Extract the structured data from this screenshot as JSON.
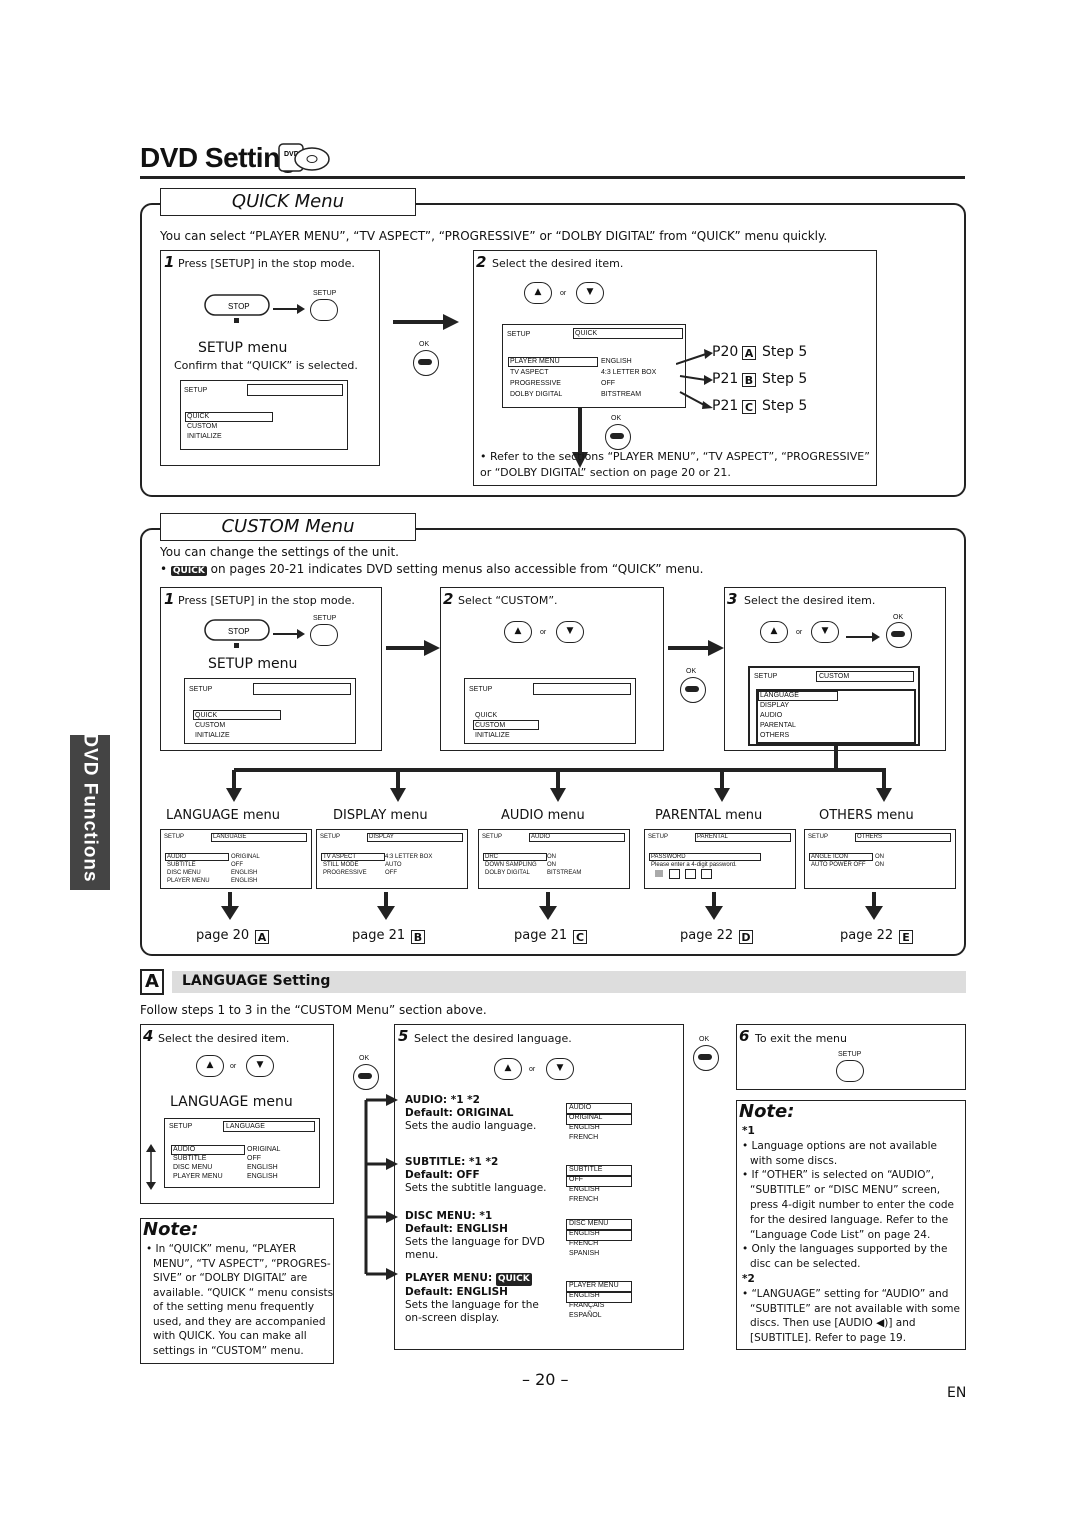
{
  "page_title": "DVD Setting",
  "quick": {
    "heading": "QUICK Menu",
    "intro": "You can select “PLAYER MENU”, “TV ASPECT”, “PROGRESSIVE” or “DOLBY DIGITAL” from “QUICK” menu quickly.",
    "step1": "Press [SETUP] in the stop mode.",
    "step2": "Select the desired item.",
    "setup_menu": "SETUP menu",
    "confirm": "Confirm that “QUICK” is selected.",
    "screen_setup": "SETUP",
    "menu_items": [
      "QUICK",
      "CUSTOM",
      "INITIALIZE"
    ],
    "quick_rows": [
      [
        "PLAYER MENU",
        "ENGLISH"
      ],
      [
        "TV ASPECT",
        "4:3 LETTER BOX"
      ],
      [
        "PROGRESSIVE",
        "OFF"
      ],
      [
        "DOLBY DIGITAL",
        "BITSTREAM"
      ]
    ],
    "quick_tab": "QUICK",
    "refs": [
      [
        "P20",
        "A",
        "Step 5"
      ],
      [
        "P21",
        "B",
        "Step 5"
      ],
      [
        "P21",
        "C",
        "Step 5"
      ]
    ],
    "note": "• Refer to the sections “PLAYER MENU”, “TV ASPECT”, “PROGRESSIVE” or “DOLBY DIGITAL” section on page 20 or 21."
  },
  "buttons": {
    "stop": "STOP",
    "setup": "SETUP",
    "ok": "OK",
    "or": "or"
  },
  "custom": {
    "heading": "CUSTOM Menu",
    "intro1": "You can change the settings of the unit.",
    "intro2": "on pages 20-21 indicates DVD setting menus also accessible from “QUICK” menu.",
    "quick_badge": "QUICK",
    "step1": "Press [SETUP] in the stop mode.",
    "step2": "Select “CUSTOM”.",
    "step3": "Select the desired item.",
    "setup_menu": "SETUP menu",
    "custom_tab": "CUSTOM",
    "custom_items": [
      "LANGUAGE",
      "DISPLAY",
      "AUDIO",
      "PARENTAL",
      "OTHERS"
    ],
    "menus": [
      {
        "name": "LANGUAGE menu",
        "tab": "LANGUAGE",
        "rows": [
          [
            "AUDIO",
            "ORIGINAL"
          ],
          [
            "SUBTITLE",
            "OFF"
          ],
          [
            "DISC MENU",
            "ENGLISH"
          ],
          [
            "PLAYER MENU",
            "ENGLISH"
          ]
        ],
        "page": "page 20",
        "letter": "A"
      },
      {
        "name": "DISPLAY menu",
        "tab": "DISPLAY",
        "rows": [
          [
            "TV ASPECT",
            "4:3 LETTER BOX"
          ],
          [
            "STILL MODE",
            "AUTO"
          ],
          [
            "PROGRESSIVE",
            "OFF"
          ]
        ],
        "page": "page 21",
        "letter": "B"
      },
      {
        "name": "AUDIO menu",
        "tab": "AUDIO",
        "rows": [
          [
            "DRC",
            "ON"
          ],
          [
            "DOWN SAMPLING",
            "ON"
          ],
          [
            "DOLBY DIGITAL",
            "BITSTREAM"
          ]
        ],
        "page": "page 21",
        "letter": "C"
      },
      {
        "name": "PARENTAL menu",
        "tab": "PARENTAL",
        "rows": [
          [
            "PASSWORD",
            ""
          ],
          [
            "Please enter a 4-digit password.",
            ""
          ]
        ],
        "page": "page 22",
        "letter": "D"
      },
      {
        "name": "OTHERS menu",
        "tab": "OTHERS",
        "rows": [
          [
            "ANGLE ICON",
            "ON"
          ],
          [
            "AUTO POWER OFF",
            "ON"
          ]
        ],
        "page": "page 22",
        "letter": "E"
      }
    ]
  },
  "side_tab": "DVD Functions",
  "language": {
    "letter": "A",
    "heading": "LANGUAGE Setting",
    "intro": "Follow steps 1 to 3 in the “CUSTOM Menu” section above.",
    "step4": "Select the desired item.",
    "step5": "Select the desired language.",
    "step6": "To exit the menu",
    "menu_title": "LANGUAGE menu",
    "tab": "LANGUAGE",
    "rows": [
      [
        "AUDIO",
        "ORIGINAL"
      ],
      [
        "SUBTITLE",
        "OFF"
      ],
      [
        "DISC MENU",
        "ENGLISH"
      ],
      [
        "PLAYER MENU",
        "ENGLISH"
      ]
    ],
    "items": [
      {
        "label": "AUDIO: *1 *2",
        "default": "Default: ORIGINAL",
        "desc": "Sets the audio language.",
        "opts": [
          "AUDIO",
          "ORIGINAL",
          "ENGLISH",
          "FRENCH"
        ]
      },
      {
        "label": "SUBTITLE: *1 *2",
        "default": "Default: OFF",
        "desc": "Sets the subtitle language.",
        "opts": [
          "SUBTITLE",
          "OFF",
          "ENGLISH",
          "FRENCH"
        ]
      },
      {
        "label": "DISC MENU: *1",
        "default": "Default: ENGLISH",
        "desc": "Sets the language for DVD menu.",
        "opts": [
          "DISC MENU",
          "ENGLISH",
          "FRENCH",
          "SPANISH"
        ]
      },
      {
        "label": "PLAYER MENU:",
        "default": "Default: ENGLISH",
        "desc": "Sets the language for the on-screen display.",
        "opts": [
          "PLAYER MENU",
          "ENGLISH",
          "FRANÇAIS",
          "ESPAÑOL"
        ]
      }
    ],
    "note_left": [
      "• In “QUICK” menu, “PLAYER",
      "MENU”, “TV ASPECT”, “PROGRES-",
      "SIVE” or “DOLBY DIGITAL” are",
      "available. “QUICK “ menu consists",
      "of the setting menu frequently",
      "used, and they are accompanied",
      "with QUICK. You can make all",
      "settings in “CUSTOM” menu."
    ],
    "note_right": [
      "*1",
      "• Language options are not available",
      "with some discs.",
      "• If “OTHER” is selected on “AUDIO”,",
      "“SUBTITLE” or “DISC MENU” screen,",
      "press 4-digit number to enter the code",
      "for the desired language. Refer to the",
      "“Language Code List” on page 24.",
      "• Only the languages supported by the",
      "disc can be selected.",
      "*2",
      "• “LANGUAGE” setting for “AUDIO” and",
      "“SUBTITLE” are not available with some",
      "discs. Then use [AUDIO ◀)] and",
      "[SUBTITLE]. Refer to page 19."
    ],
    "note_label": "Note:"
  },
  "page_number": "– 20 –",
  "lang_code": "EN"
}
